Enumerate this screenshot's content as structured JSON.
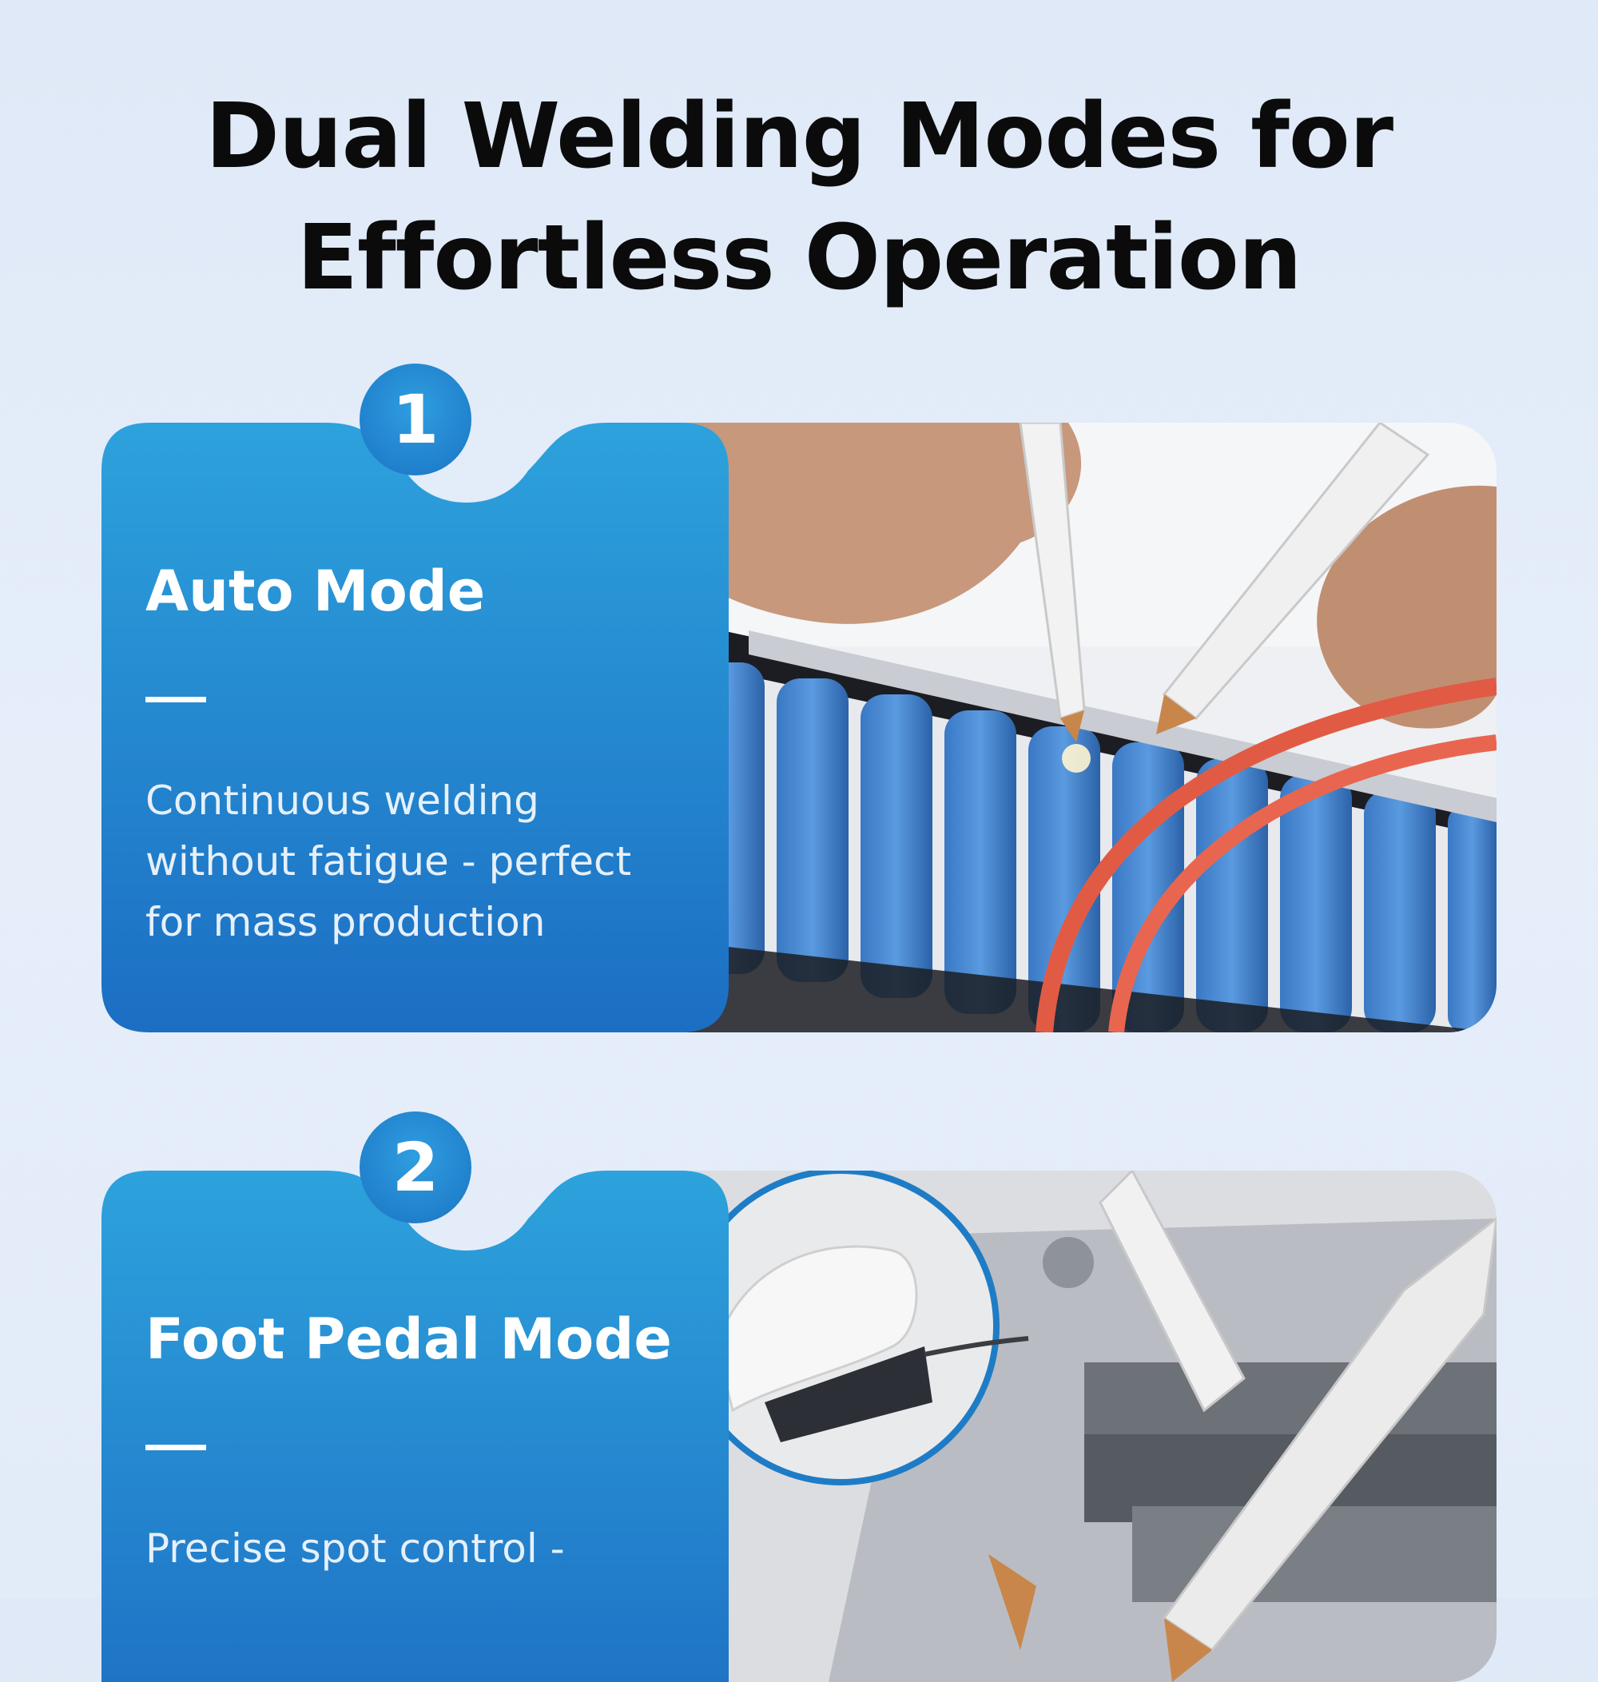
{
  "headline": {
    "line1": "Dual Welding Modes for",
    "line2": "Effortless Operation"
  },
  "modes": [
    {
      "number": "1",
      "title": "Auto Mode",
      "description_lines": [
        "Continuous welding",
        "without fatigue - perfect",
        "for mass production"
      ]
    },
    {
      "number": "2",
      "title": "Foot Pedal Mode",
      "description_lines": [
        "Precise spot control -"
      ]
    }
  ],
  "colors": {
    "panel_light": "#2b9ed9",
    "panel_dark": "#1d6fc2",
    "badge": "#1a74c4",
    "background": "#e2ebf8"
  }
}
